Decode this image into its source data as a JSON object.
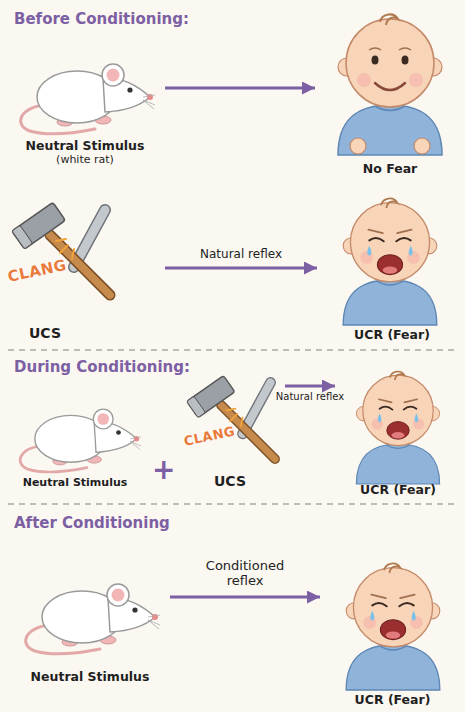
{
  "diagram": {
    "nodes": [
      {
        "text": [
          "Neutral Stimulus",
          "(white rat)"
        ]
      },
      {
        "text": [
          "No Fear"
        ]
      },
      {
        "text": [
          "UCS"
        ]
      },
      {
        "text": [
          "UCR (Fear)"
        ]
      },
      {
        "text": [
          "Neutral Stimulus"
        ]
      },
      {
        "text": [
          "UCS"
        ]
      },
      {
        "text": [
          "UCR (Fear)"
        ]
      },
      {
        "text": [
          "Neutral Stimulus"
        ]
      },
      {
        "text": [
          "UCR (Fear)"
        ]
      }
    ],
    "edges": [
      {
        "from": 0,
        "to": 1,
        "arrow": "to"
      },
      {
        "from": 2,
        "to": 3,
        "label": "Natural reflex",
        "arrow": "to"
      },
      {
        "from": 5,
        "to": 6,
        "label": "Natural reflex",
        "arrow": "to"
      },
      {
        "from": 7,
        "to": 8,
        "label": "Conditioned reflex",
        "arrow": "to"
      }
    ],
    "labels": [
      "Before Conditioning:",
      "CLANG",
      "During Conditioning:",
      "+",
      "CLANG",
      "After Conditioning"
    ]
  }
}
